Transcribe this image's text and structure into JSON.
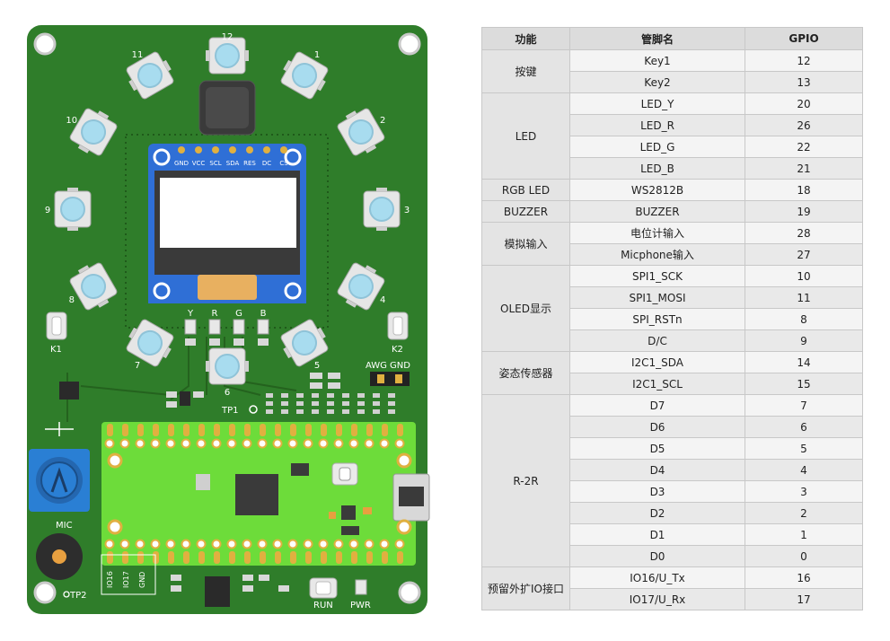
{
  "board": {
    "colors": {
      "pcb": "#2f7d2a",
      "pcb_dark": "#25661f",
      "pico": "#6ddc3a",
      "oled_blue": "#2f6fd6",
      "pot_blue": "#2a7fd4"
    },
    "led_ring_labels": [
      "12",
      "1",
      "2",
      "3",
      "4",
      "5",
      "6",
      "7",
      "8",
      "9",
      "10",
      "11"
    ],
    "oled_pin_labels": [
      "GND",
      "VCC",
      "SCL",
      "SDA",
      "RES",
      "DC",
      "CS"
    ],
    "status_led_labels": [
      "Y",
      "R",
      "G",
      "B"
    ],
    "silk": {
      "k1": "K1",
      "k2": "K2",
      "awg": "AWG",
      "gnd": "GND",
      "tp1": "TP1",
      "tp2": "TP2",
      "mic": "MIC",
      "run": "RUN",
      "pwr": "PWR",
      "io16": "IO16",
      "io17": "IO17",
      "gnd2": "GND"
    }
  },
  "table": {
    "headers": [
      "功能",
      "管脚名",
      "GPIO"
    ],
    "groups": [
      {
        "name": "按键",
        "rows": [
          {
            "pin": "Key1",
            "gpio": "12"
          },
          {
            "pin": "Key2",
            "gpio": "13"
          }
        ]
      },
      {
        "name": "LED",
        "rows": [
          {
            "pin": "LED_Y",
            "gpio": "20"
          },
          {
            "pin": "LED_R",
            "gpio": "26"
          },
          {
            "pin": "LED_G",
            "gpio": "22"
          },
          {
            "pin": "LED_B",
            "gpio": "21"
          }
        ]
      },
      {
        "name": "RGB LED",
        "rows": [
          {
            "pin": "WS2812B",
            "gpio": "18"
          }
        ]
      },
      {
        "name": "BUZZER",
        "rows": [
          {
            "pin": "BUZZER",
            "gpio": "19"
          }
        ]
      },
      {
        "name": "模拟输入",
        "rows": [
          {
            "pin": "电位计输入",
            "gpio": "28"
          },
          {
            "pin": "Micphone输入",
            "gpio": "27"
          }
        ]
      },
      {
        "name": "OLED显示",
        "rows": [
          {
            "pin": "SPI1_SCK",
            "gpio": "10"
          },
          {
            "pin": "SPI1_MOSI",
            "gpio": "11"
          },
          {
            "pin": "SPI_RSTn",
            "gpio": "8"
          },
          {
            "pin": "D/C",
            "gpio": "9"
          }
        ]
      },
      {
        "name": "姿态传感器",
        "rows": [
          {
            "pin": "I2C1_SDA",
            "gpio": "14"
          },
          {
            "pin": "I2C1_SCL",
            "gpio": "15"
          }
        ]
      },
      {
        "name": "R-2R",
        "rows": [
          {
            "pin": "D7",
            "gpio": "7"
          },
          {
            "pin": "D6",
            "gpio": "6"
          },
          {
            "pin": "D5",
            "gpio": "5"
          },
          {
            "pin": "D4",
            "gpio": "4"
          },
          {
            "pin": "D3",
            "gpio": "3"
          },
          {
            "pin": "D2",
            "gpio": "2"
          },
          {
            "pin": "D1",
            "gpio": "1"
          },
          {
            "pin": "D0",
            "gpio": "0"
          }
        ]
      },
      {
        "name": "预留外扩IO接口",
        "rows": [
          {
            "pin": "IO16/U_Tx",
            "gpio": "16"
          },
          {
            "pin": "IO17/U_Rx",
            "gpio": "17"
          }
        ]
      }
    ]
  }
}
